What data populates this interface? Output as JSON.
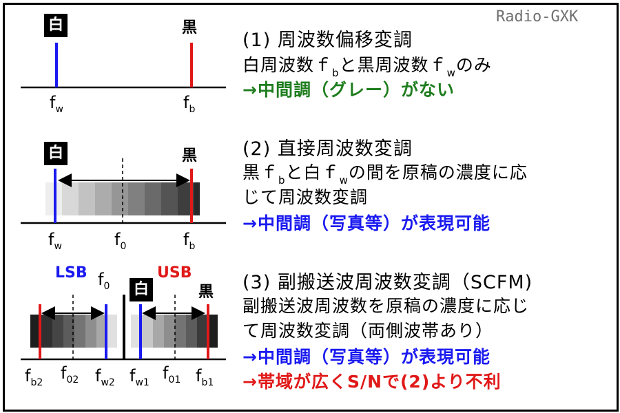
{
  "credit": "Radio-GXK",
  "badges": {
    "white": "白",
    "black": "黒"
  },
  "freq": {
    "f": "f",
    "w": "w",
    "b": "b",
    "zero": "0",
    "b2": "b2",
    "zero2": "02",
    "w2": "w2",
    "w1": "w1",
    "zero1": "01",
    "b1": "b1"
  },
  "sidebands": {
    "lsb": "LSB",
    "usb": "USB"
  },
  "section1": {
    "title": "(1) 周波数偏移変調",
    "line1_a": "白周波数ｆ",
    "line1_sub1": "b",
    "line1_b": "と黒周波数ｆ",
    "line1_sub2": "w",
    "line1_c": "のみ",
    "result": "→中間調（グレー）がない"
  },
  "section2": {
    "title": "(2) 直接周波数変調",
    "line1_a": "黒ｆ",
    "line1_sub1": "b",
    "line1_b": "と白ｆ",
    "line1_sub2": "w",
    "line1_c": "の間を原稿の濃度に応",
    "line2": "じて周波数変調",
    "result": "→中間調（写真等）が表現可能"
  },
  "section3": {
    "title": "(3) 副搬送波周波数変調（SCFM)",
    "line1": "副搬送波周波数を原稿の濃度に応じ",
    "line2": "て周波数変調（両側波帯あり）",
    "result1": "→中間調（写真等）が表現可能",
    "result2": "→帯域が広くS/Nで(2)より不利"
  },
  "colors": {
    "white_line": "#1a1af0",
    "black_line": "#e01818",
    "good": "#1a1af0",
    "none": "#1e7d1e",
    "bad": "#e01818"
  }
}
